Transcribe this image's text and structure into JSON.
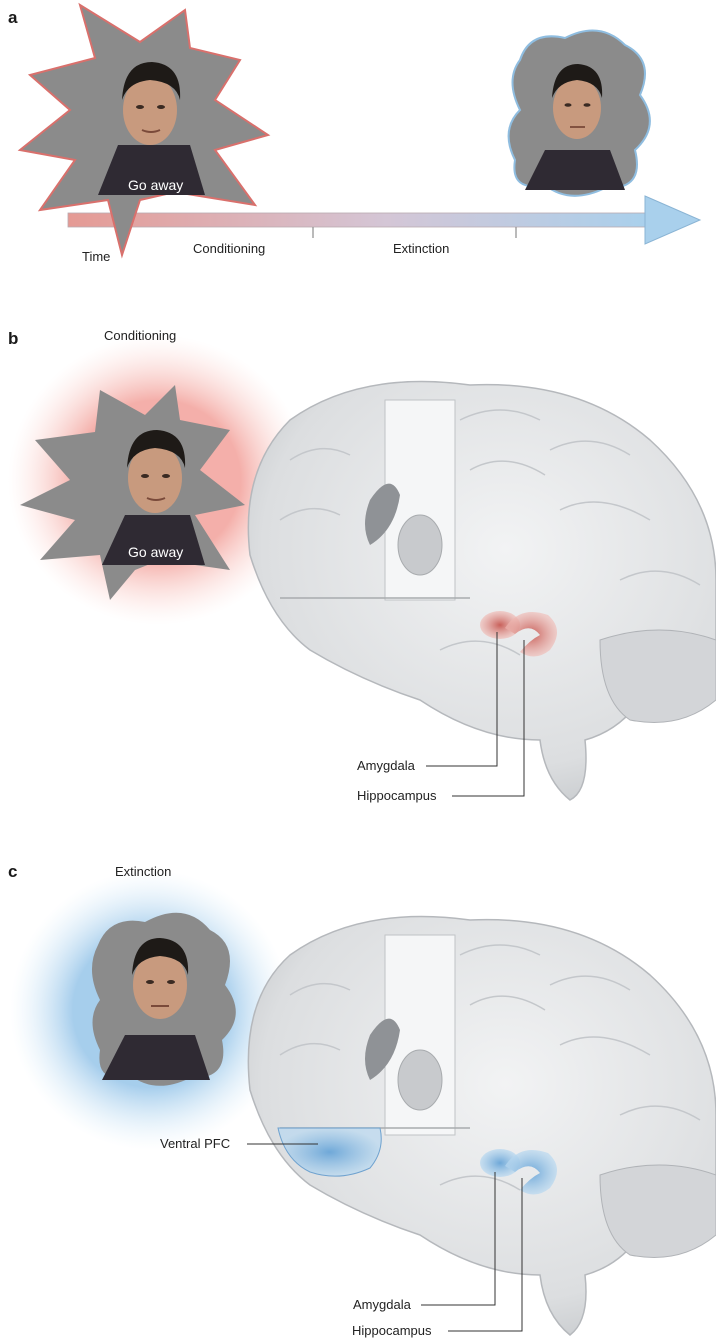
{
  "panel_a": {
    "letter": "a",
    "time_label": "Time",
    "conditioning_label": "Conditioning",
    "extinction_label": "Extinction",
    "speech_text": "Go away"
  },
  "panel_b": {
    "letter": "b",
    "title": "Conditioning",
    "speech_text": "Go away",
    "amygdala_label": "Amygdala",
    "hippocampus_label": "Hippocampus"
  },
  "panel_c": {
    "letter": "c",
    "title": "Extinction",
    "vpfc_label": "Ventral PFC",
    "amygdala_label": "Amygdala",
    "hippocampus_label": "Hippocampus"
  },
  "colors": {
    "fear_red": "#d9706c",
    "calm_blue": "#8fbde0",
    "brain_gray": "#e4e6e8",
    "face_bg": "#8a8a8a"
  }
}
